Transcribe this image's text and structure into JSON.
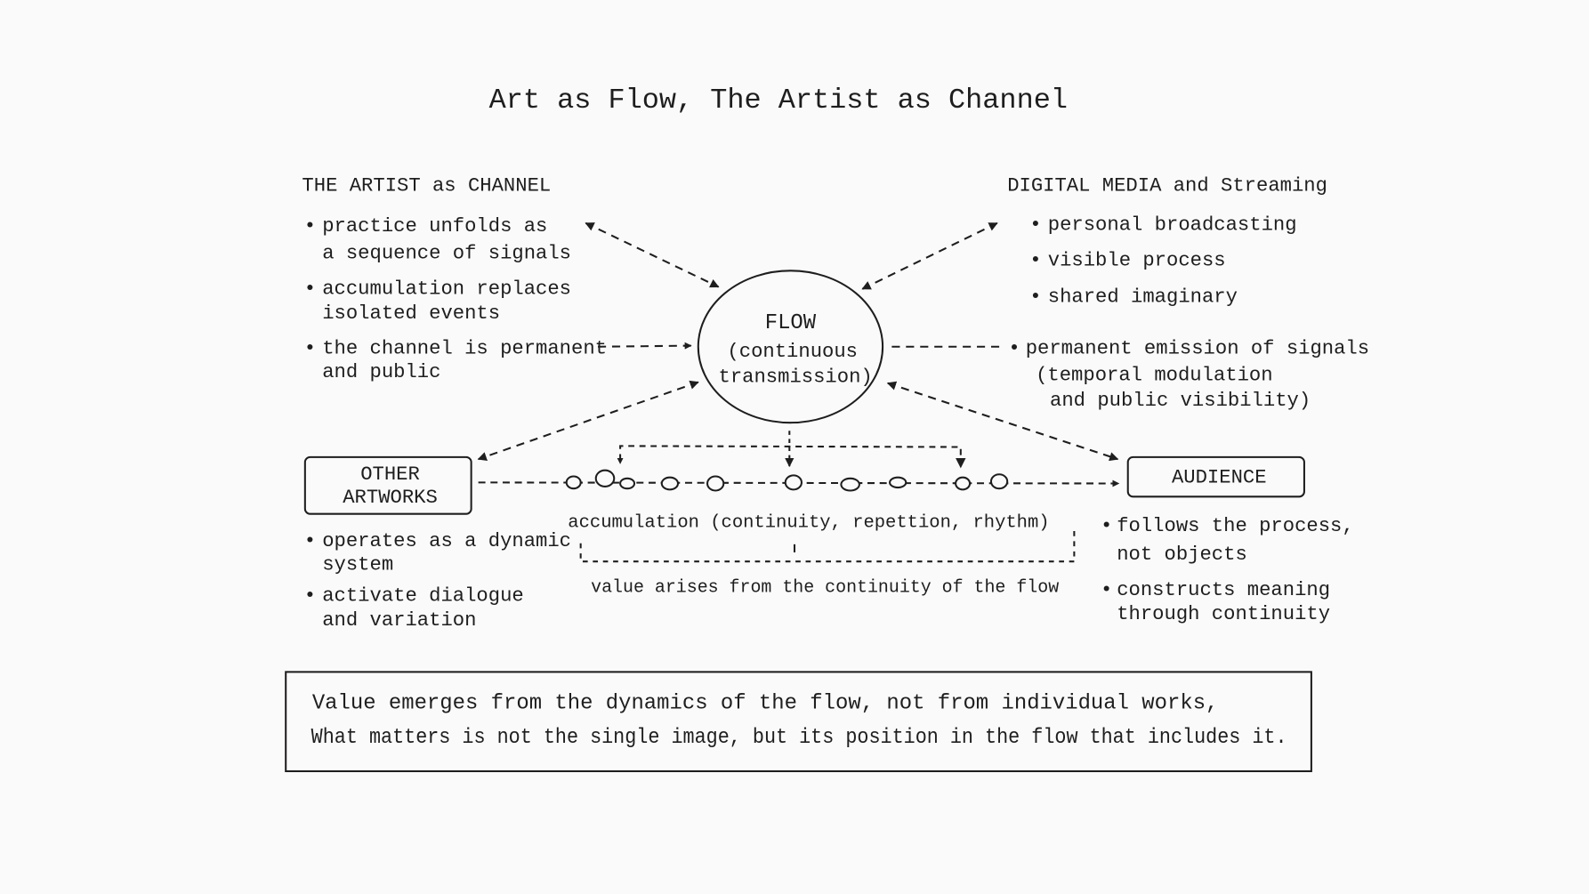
{
  "title": "Art as Flow, The Artist as Channel",
  "artist": {
    "heading": "THE ARTIST as CHANNEL",
    "items": [
      [
        "practice unfolds as",
        "a sequence of signals"
      ],
      [
        "accumulation replaces",
        "isolated events"
      ],
      [
        "the channel is permanent",
        "and public"
      ]
    ]
  },
  "digital": {
    "heading": "DIGITAL MEDIA and Streaming",
    "items": [
      "personal broadcasting",
      "visible process",
      "shared imaginary"
    ],
    "emission": [
      "permanent emission of signals",
      "(temporal modulation",
      "and public visibility)"
    ]
  },
  "flow": {
    "label": "FLOW",
    "sub": [
      "(continuous",
      "transmission)"
    ]
  },
  "other": {
    "box": [
      "OTHER",
      "ARTWORKS"
    ],
    "items": [
      [
        "operates as a dynamic",
        "system"
      ],
      [
        "activate dialogue",
        "and variation"
      ]
    ]
  },
  "audience": {
    "box": "AUDIENCE",
    "items": [
      [
        "follows the process,",
        "not objects"
      ],
      [
        "constructs meaning",
        "through continuity"
      ]
    ]
  },
  "accumulation": "accumulation (continuity, repettion, rhythm)",
  "value_note": "value arises from the continuity of the flow",
  "conclusion": [
    "Value emerges from the dynamics of the flow, not from individual works,",
    "What matters is not the single image, but its position in the flow that includes it."
  ]
}
